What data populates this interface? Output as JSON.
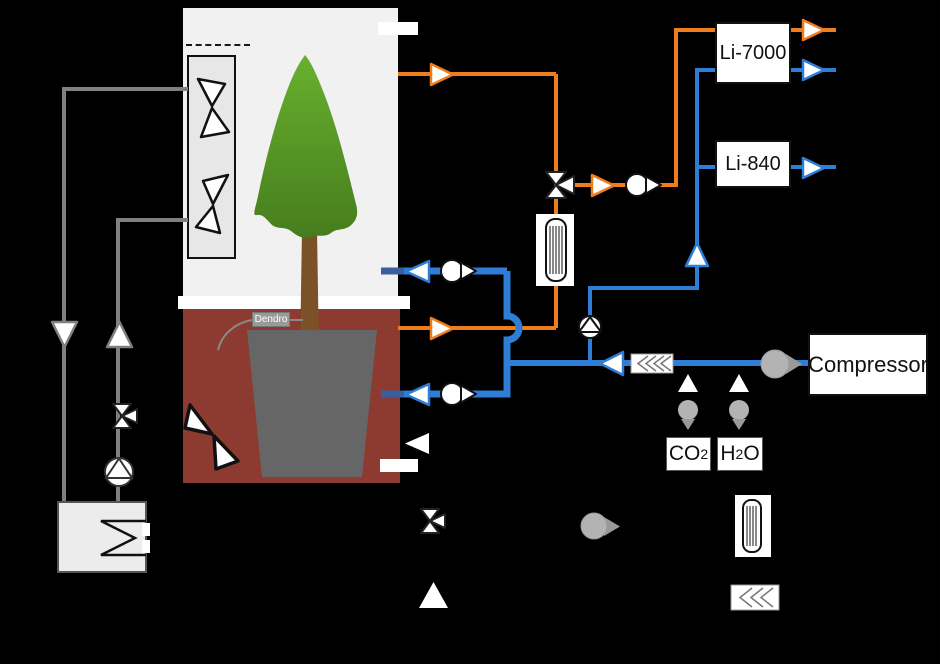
{
  "diagram_title": "tree-chamber-gas-exchange-flow-diagram",
  "colors": {
    "background": "#000000",
    "orange": "#ee7d1d",
    "blue": "#2e7dd6",
    "blue_dark_stub": "#3a5f9e",
    "gray": "#808080",
    "chamber": "#f1f1f1",
    "fanbox": "#e7e7e7",
    "soil": "#8d3a31",
    "pot": "#666666",
    "canopy_top": "#68b02e",
    "canopy_bottom": "#467d1d",
    "trunk": "#7b5127",
    "pump_gray": "#b3b3b3",
    "steel": "#9a9a9a"
  },
  "devices": {
    "analyzer_top": "Li-7000",
    "analyzer_bottom": "Li-840",
    "compressor": "Compressor"
  },
  "sensors": {
    "dendrometer": "Dendro"
  },
  "traps": {
    "co2_base": "CO",
    "co2_sub": "2",
    "h2o_a": "H",
    "h2o_sub": "2",
    "h2o_b": "O"
  },
  "legend_symbols": [
    "three-way-valve",
    "check-valve",
    "pump",
    "flow-meter",
    "scrubber"
  ]
}
